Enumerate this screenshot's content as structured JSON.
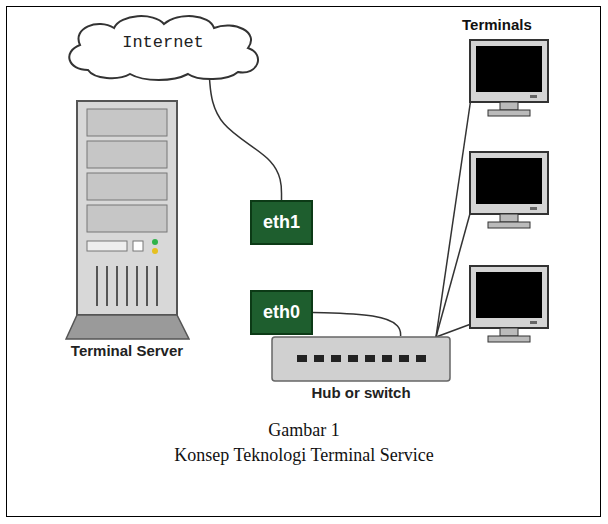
{
  "diagram": {
    "caption": "Konsep Teknologi Terminal Service",
    "nodes": [
      {
        "text": [
          "Internet"
        ]
      },
      {
        "text": [
          "Terminal Server"
        ]
      },
      {
        "text": [
          "eth1"
        ]
      },
      {
        "text": [
          "eth0"
        ]
      },
      {
        "text": [
          "Hub or switch"
        ]
      }
    ],
    "edges": [
      {
        "from": 0,
        "to": 2,
        "arrow": "none"
      },
      {
        "from": 3,
        "to": 4,
        "arrow": "none"
      }
    ],
    "labels": [
      "Terminals",
      "Gambar 1"
    ]
  }
}
